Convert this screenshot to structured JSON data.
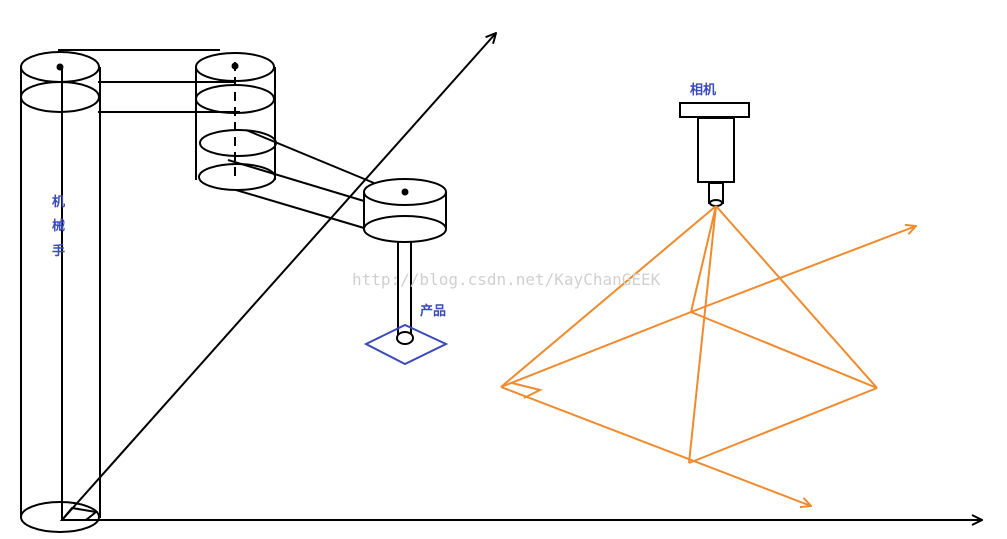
{
  "labels": {
    "robot_arm": [
      "机",
      "械",
      "手"
    ],
    "product": "产品",
    "camera": "相机"
  },
  "watermark": "http://blog.csdn.net/KayChanGEEK",
  "colors": {
    "robot": "#000000",
    "product": "#3a4ab8",
    "camera_frame": "#f08a2c"
  }
}
